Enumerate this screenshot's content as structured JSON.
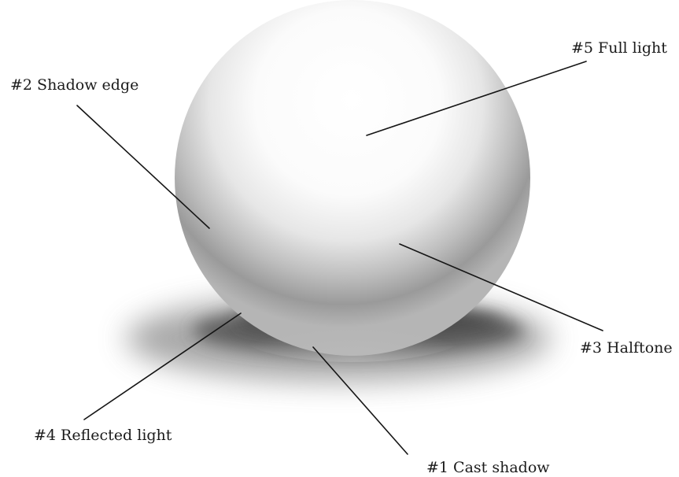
{
  "labels": {
    "full_light": "#5 Full light",
    "shadow_edge": "#2 Shadow edge",
    "halftone": "#3 Halftone",
    "reflected_light": "#4 Reflected light",
    "cast_shadow": "#1 Cast shadow"
  },
  "colors": {
    "background": "#ffffff",
    "ink": "#151515",
    "sphere_light": "#ffffff",
    "sphere_core": "#8a8a8a",
    "shadow": "#6f6f6f"
  }
}
